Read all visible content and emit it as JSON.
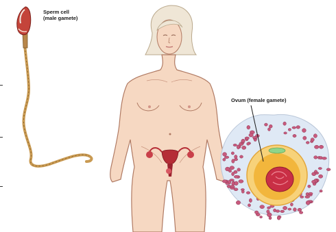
{
  "labels": {
    "sperm_line1": "Sperm cell",
    "sperm_line2": "(male gamete)",
    "ovum": "Ovum (female gamete)"
  },
  "colors": {
    "skin": "#f6d8c2",
    "skin_outline": "#b07a63",
    "hair": "#efe6d6",
    "sperm_head": "#c4443a",
    "sperm_tail": "#c99a52",
    "uterus": "#b52d36",
    "ovum_yolk": "#f2b63c",
    "ovum_nucleus": "#c92f45",
    "corona_cells": "#c85a7d",
    "zona": "#dfe9f5"
  }
}
